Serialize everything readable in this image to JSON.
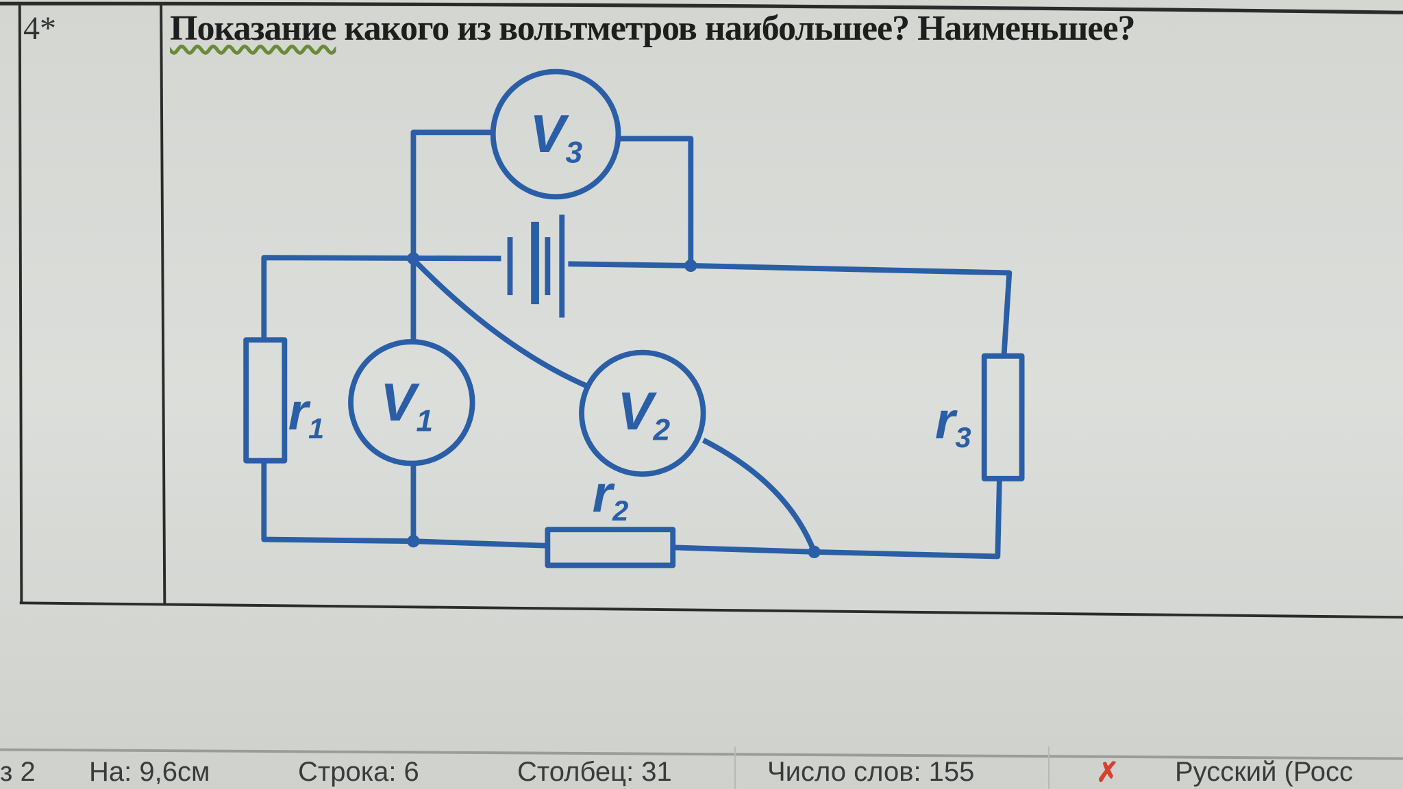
{
  "question": {
    "number": "4*",
    "text_first_word": "Показание",
    "text_rest": " какого из вольтметров наибольшее? Наименьшее?"
  },
  "circuit": {
    "color": "#2a5ea6",
    "labels": {
      "r1": "r",
      "r1_sub": "1",
      "r2": "r",
      "r2_sub": "2",
      "r3": "r",
      "r3_sub": "3",
      "v1": "V",
      "v1_sub": "1",
      "v2": "V",
      "v2_sub": "2",
      "v3": "V",
      "v3_sub": "3"
    }
  },
  "status_bar": {
    "page": "з 2",
    "position": "На: 9,6см",
    "line": "Строка: 6",
    "column": "Столбец: 31",
    "word_count": "Число слов: 155",
    "language": "Русский (Росс"
  }
}
